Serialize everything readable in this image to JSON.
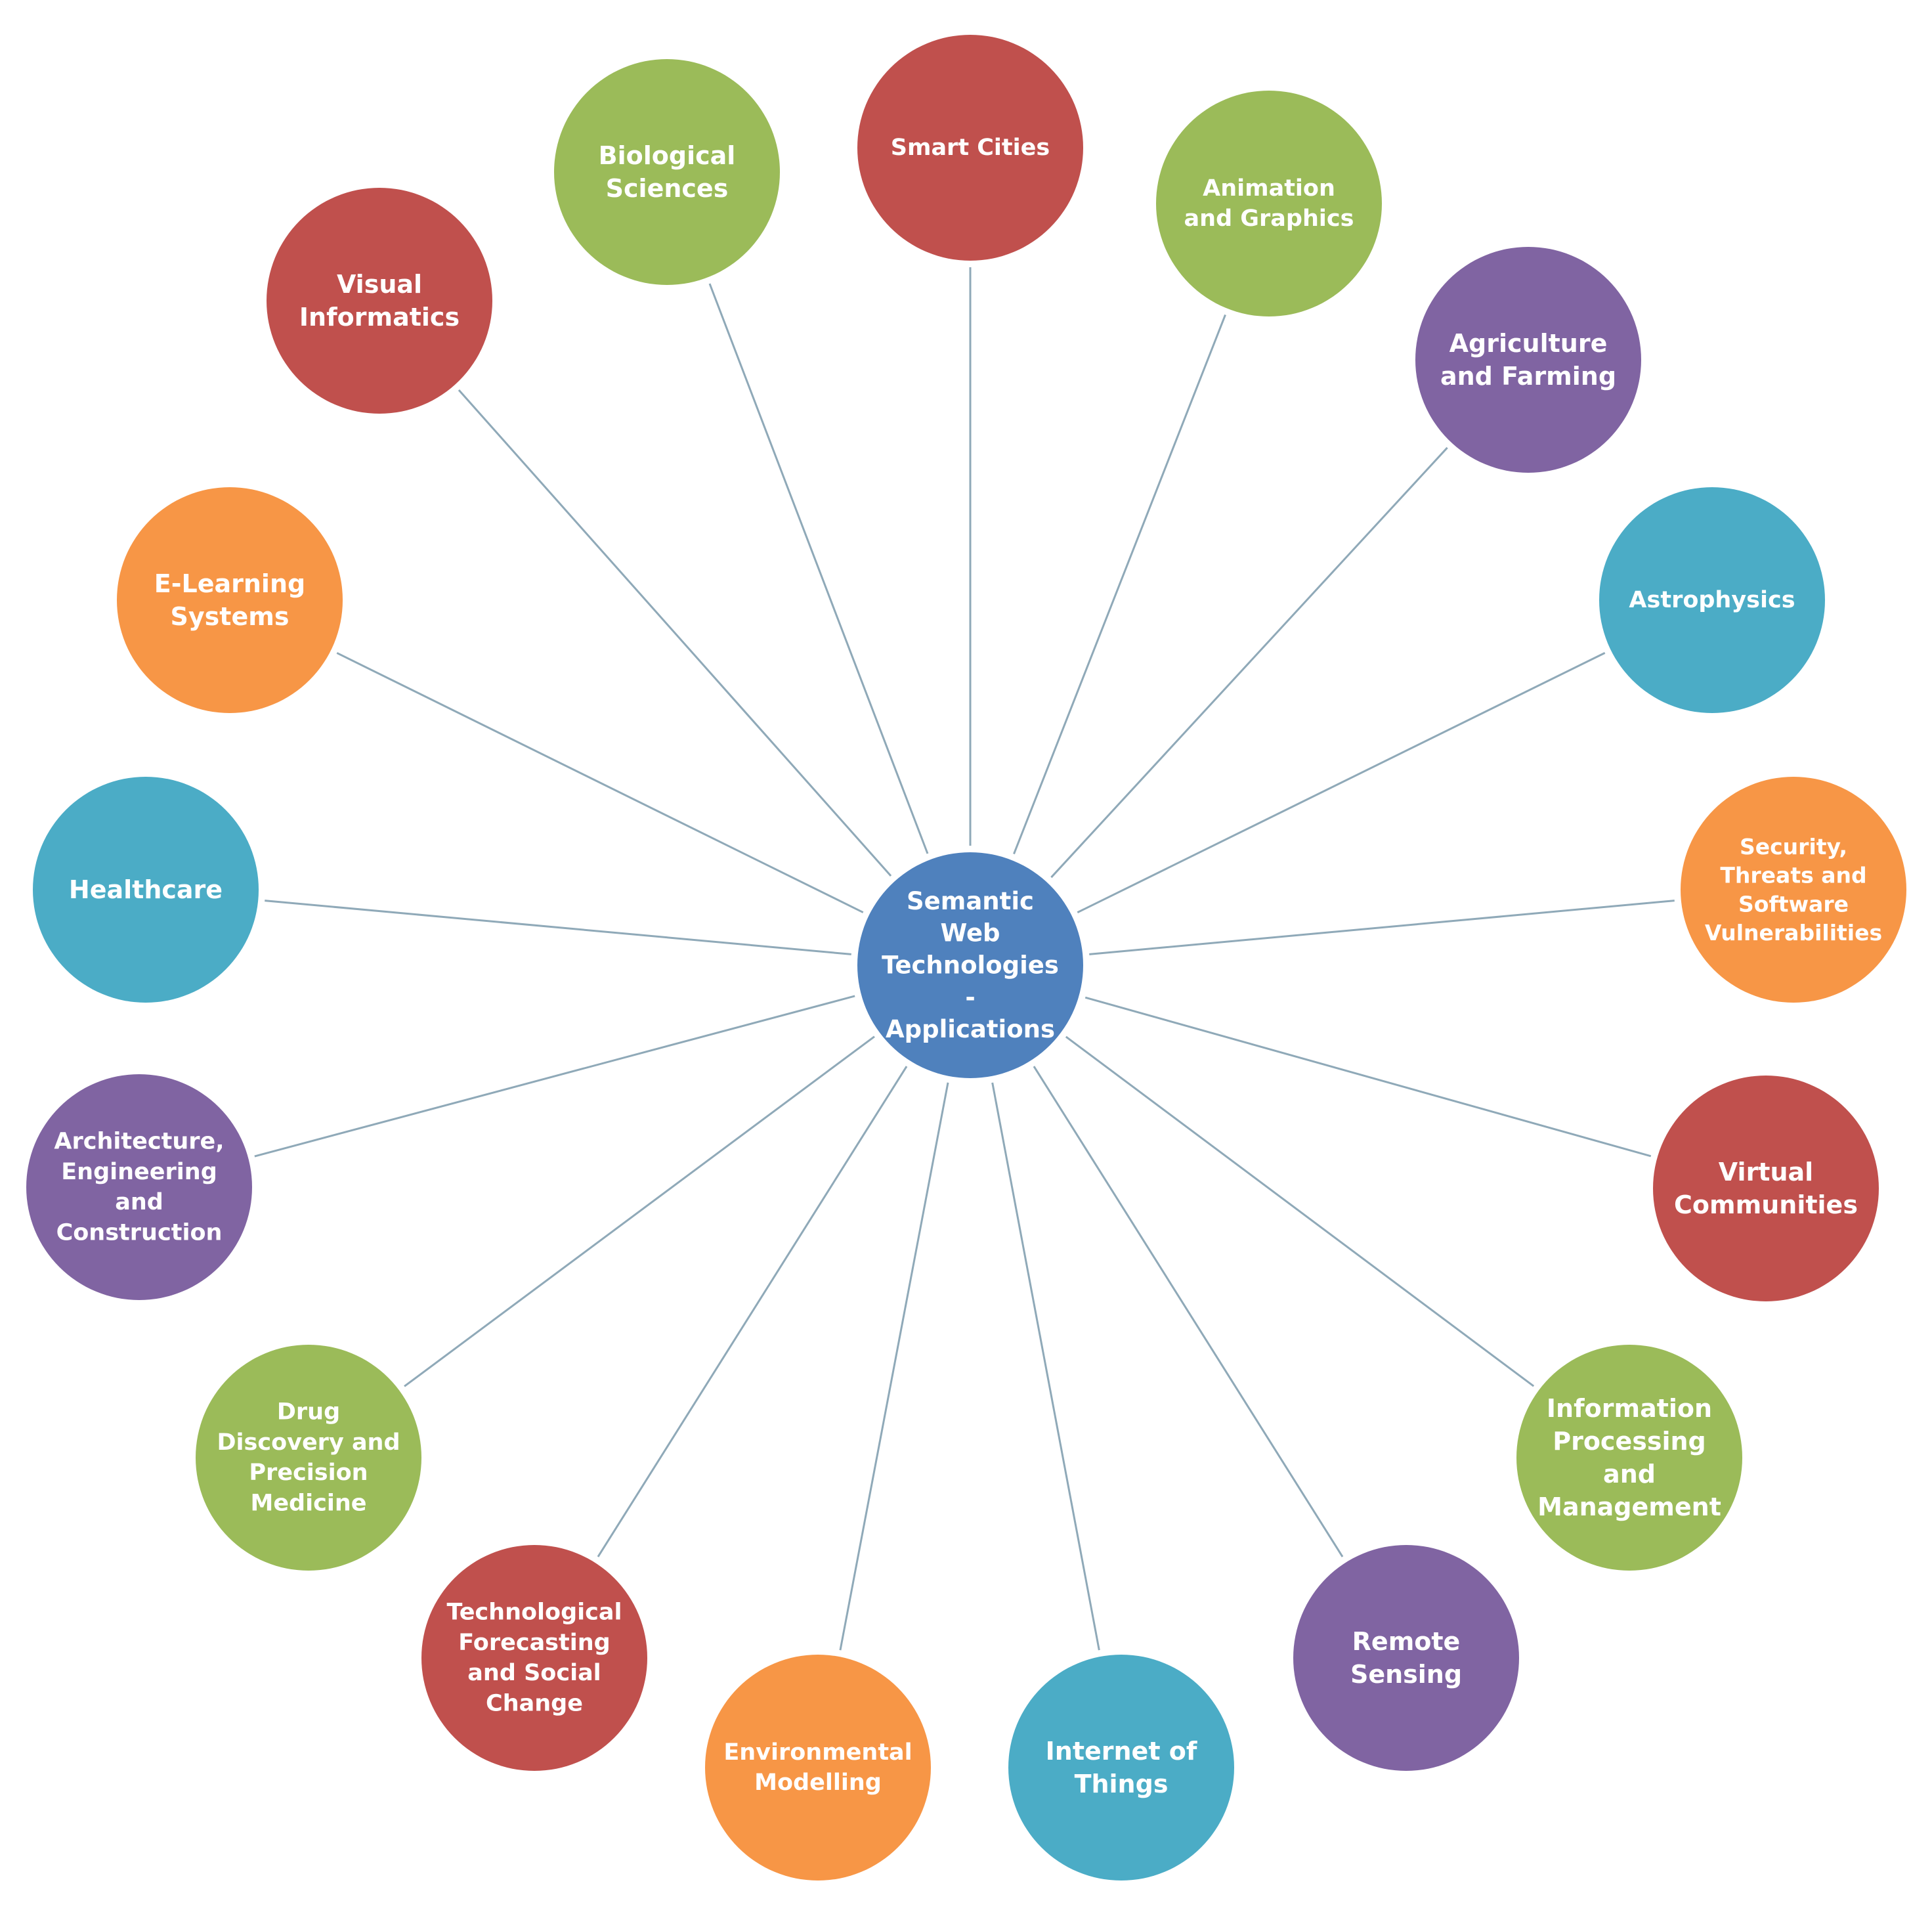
{
  "colors": {
    "red": "#c0504d",
    "green": "#9bbb59",
    "purple": "#8064a2",
    "teal": "#4bacc6",
    "orange": "#f79646",
    "blue": "#4f81bd",
    "line": "#8fa9b8"
  },
  "center": {
    "lines": [
      "Semantic",
      "Web",
      "Technologies",
      "-",
      "Applications"
    ],
    "color": "blue"
  },
  "nodes": [
    {
      "id": "smart-cities",
      "lines": [
        "Smart Cities"
      ],
      "color": "red"
    },
    {
      "id": "animation-and-graphics",
      "lines": [
        "Animation",
        "and Graphics"
      ],
      "color": "green"
    },
    {
      "id": "agriculture-and-farming",
      "lines": [
        "Agriculture",
        "and Farming"
      ],
      "color": "purple"
    },
    {
      "id": "astrophysics",
      "lines": [
        "Astrophysics"
      ],
      "color": "teal"
    },
    {
      "id": "security-threats",
      "lines": [
        "Security,",
        "Threats and",
        "Software",
        "Vulnerabilities"
      ],
      "color": "orange"
    },
    {
      "id": "virtual-communities",
      "lines": [
        "Virtual",
        "Communities"
      ],
      "color": "red"
    },
    {
      "id": "information-processing",
      "lines": [
        "Information",
        "Processing",
        "and",
        "Management"
      ],
      "color": "green"
    },
    {
      "id": "remote-sensing",
      "lines": [
        "Remote",
        "Sensing"
      ],
      "color": "purple"
    },
    {
      "id": "internet-of-things",
      "lines": [
        "Internet of",
        "Things"
      ],
      "color": "teal"
    },
    {
      "id": "environmental-modelling",
      "lines": [
        "Environmental",
        "Modelling"
      ],
      "color": "orange"
    },
    {
      "id": "technological-forecasting",
      "lines": [
        "Technological",
        "Forecasting",
        "and Social",
        "Change"
      ],
      "color": "red"
    },
    {
      "id": "drug-discovery",
      "lines": [
        "Drug",
        "Discovery and",
        "Precision",
        "Medicine"
      ],
      "color": "green"
    },
    {
      "id": "architecture-engineering",
      "lines": [
        "Architecture,",
        "Engineering",
        "and",
        "Construction"
      ],
      "color": "purple"
    },
    {
      "id": "healthcare",
      "lines": [
        "Healthcare"
      ],
      "color": "teal"
    },
    {
      "id": "e-learning-systems",
      "lines": [
        "E-Learning",
        "Systems"
      ],
      "color": "orange"
    },
    {
      "id": "visual-informatics",
      "lines": [
        "Visual",
        "Informatics"
      ],
      "color": "red"
    },
    {
      "id": "biological-sciences",
      "lines": [
        "Biological",
        "Sciences"
      ],
      "color": "green"
    }
  ]
}
